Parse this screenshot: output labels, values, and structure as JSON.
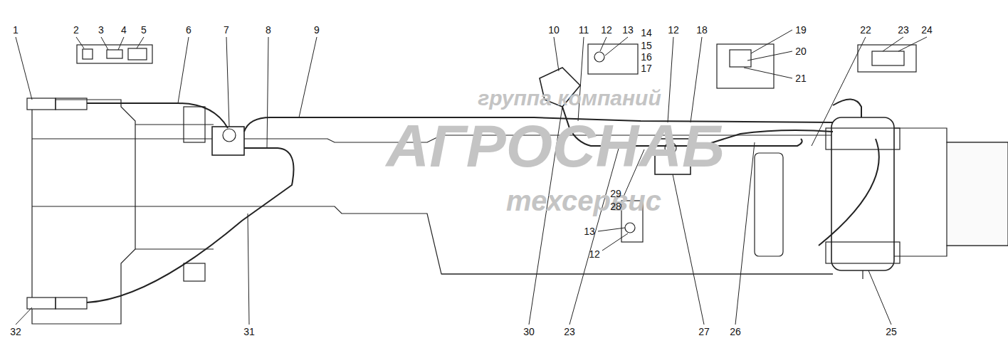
{
  "diagram": {
    "labels": [
      "1",
      "2",
      "3",
      "4",
      "5",
      "6",
      "7",
      "8",
      "9",
      "10",
      "11",
      "12",
      "13",
      "14",
      "15",
      "16",
      "17",
      "12",
      "18",
      "19",
      "20",
      "21",
      "22",
      "23",
      "24",
      "группа компаний",
      "АГРОСНАБ",
      "техсервис",
      "29",
      "28",
      "13",
      "12",
      "32",
      "31",
      "30",
      "23",
      "27",
      "26",
      "25"
    ]
  }
}
